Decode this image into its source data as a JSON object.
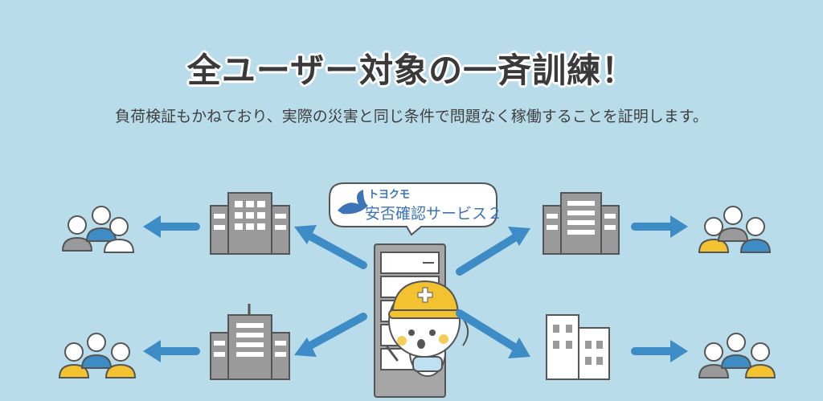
{
  "headline": "全ユーザー対象の一斉訓練！",
  "description": "負荷検証もかねており、実際の災害と同じ条件で問題なく稼働することを証明します。",
  "brand": {
    "name": "トヨクモ",
    "service": "安否確認サービス２"
  },
  "colors": {
    "background": "#b9dcea",
    "arrow": "#3d8cc6",
    "building": "#9a9a9a",
    "accent_yellow": "#f2c230"
  }
}
